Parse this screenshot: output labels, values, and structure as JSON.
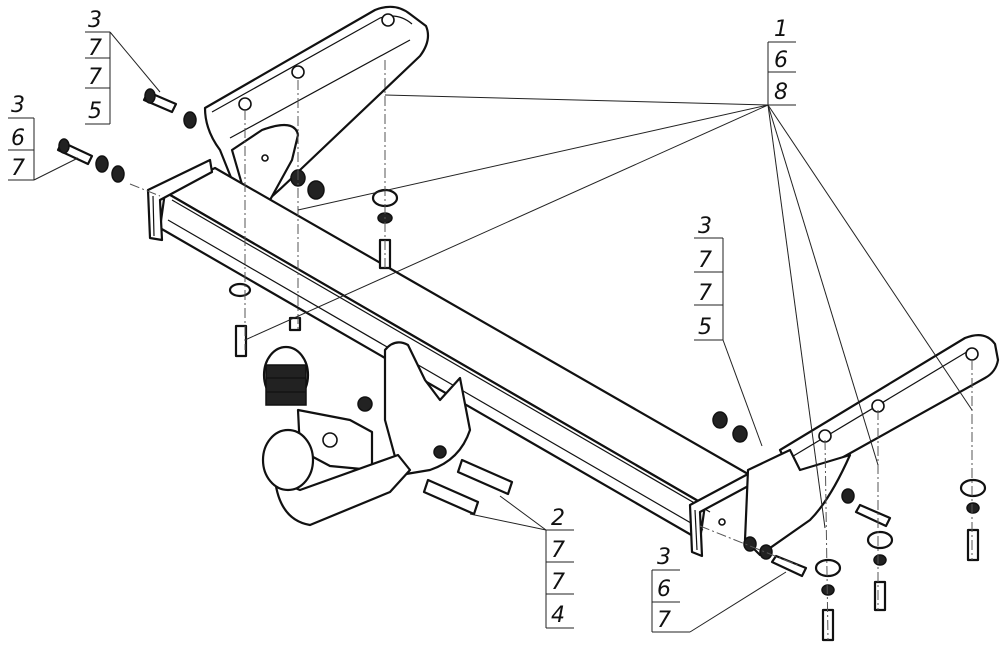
{
  "callouts": [
    {
      "id": "top-left-upper",
      "values": [
        "3",
        "7",
        "7",
        "5"
      ]
    },
    {
      "id": "top-left-lower",
      "values": [
        "3",
        "6",
        "7"
      ]
    },
    {
      "id": "top-right",
      "values": [
        "1",
        "6",
        "8"
      ]
    },
    {
      "id": "right-middle",
      "values": [
        "3",
        "7",
        "7",
        "5"
      ]
    },
    {
      "id": "bottom-center",
      "values": [
        "2",
        "7",
        "7",
        "4"
      ]
    },
    {
      "id": "bottom-right",
      "values": [
        "3",
        "6",
        "7"
      ]
    }
  ]
}
